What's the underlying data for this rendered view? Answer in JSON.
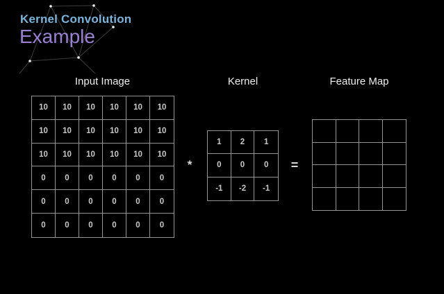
{
  "header": {
    "title": "Kernel Convolution",
    "subtitle": "Example"
  },
  "colors": {
    "background": "#000000",
    "title": "#7cb3da",
    "subtitle": "#9b80d1",
    "label_text": "#eeeeee",
    "cell_text": "#c9c9c9",
    "grid_line": "#969696",
    "operator": "#d8d8d8",
    "constellation_line": "#3d3d3d",
    "constellation_node": "#f0f0f0"
  },
  "diagram": {
    "input_image": {
      "label": "Input Image",
      "rows": [
        [
          "10",
          "10",
          "10",
          "10",
          "10",
          "10"
        ],
        [
          "10",
          "10",
          "10",
          "10",
          "10",
          "10"
        ],
        [
          "10",
          "10",
          "10",
          "10",
          "10",
          "10"
        ],
        [
          "0",
          "0",
          "0",
          "0",
          "0",
          "0"
        ],
        [
          "0",
          "0",
          "0",
          "0",
          "0",
          "0"
        ],
        [
          "0",
          "0",
          "0",
          "0",
          "0",
          "0"
        ]
      ]
    },
    "convolution_operator": "*",
    "kernel": {
      "label": "Kernel",
      "rows": [
        [
          "1",
          "2",
          "1"
        ],
        [
          "0",
          "0",
          "0"
        ],
        [
          "-1",
          "-2",
          "-1"
        ]
      ]
    },
    "equals_operator": "=",
    "feature_map": {
      "label": "Feature Map",
      "rows": [
        [
          "",
          "",
          "",
          ""
        ],
        [
          "",
          "",
          "",
          ""
        ],
        [
          "",
          "",
          "",
          ""
        ],
        [
          "",
          "",
          "",
          ""
        ]
      ]
    }
  }
}
